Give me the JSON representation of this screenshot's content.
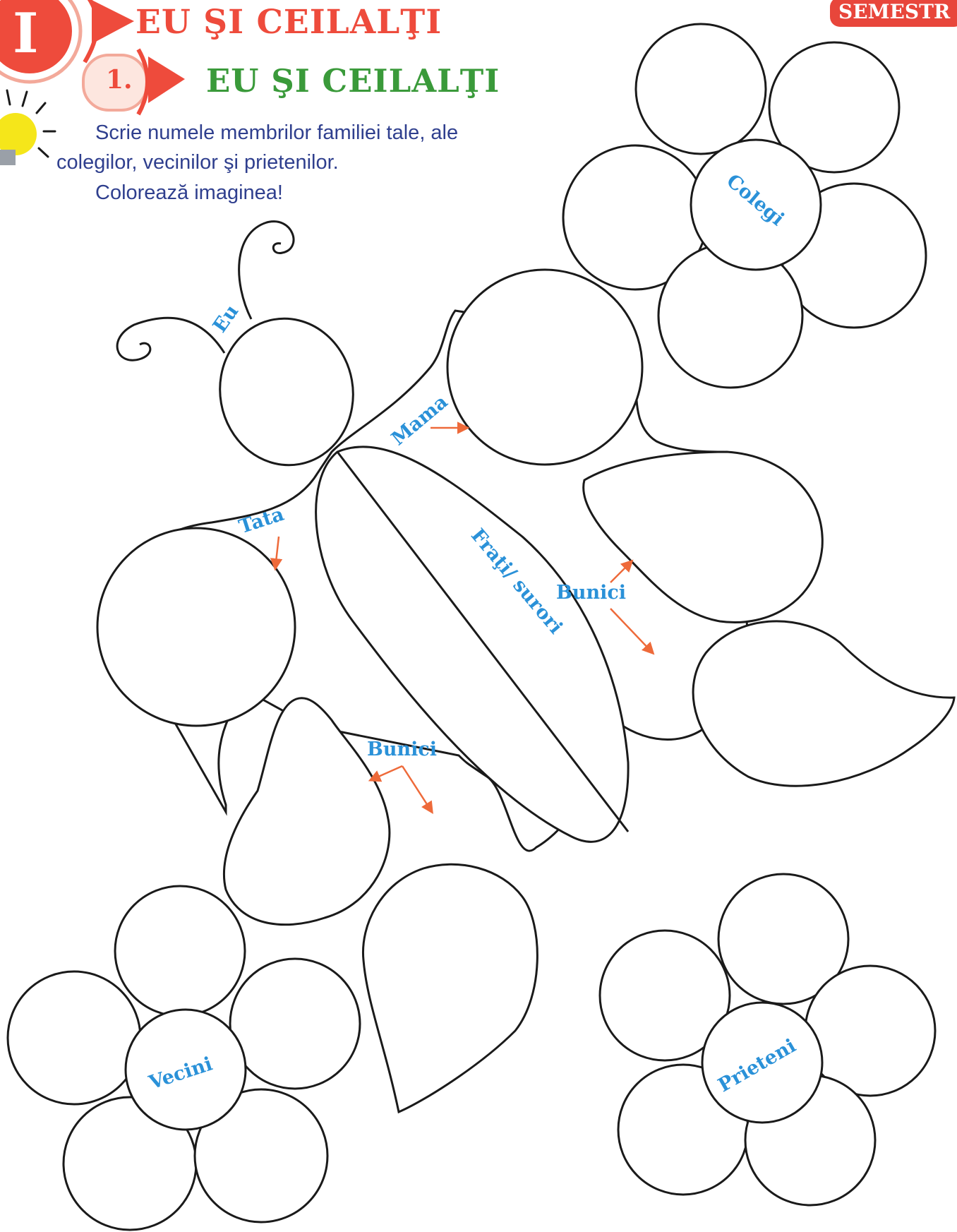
{
  "header": {
    "chapter_roman": "I",
    "chapter_title": "EU ŞI CEILALŢI",
    "lesson_number": "1.",
    "lesson_title": "EU ŞI CEILALŢI",
    "semester_badge": "SEMESTR"
  },
  "instructions": {
    "line1": "Scrie numele membrilor familiei tale, ale",
    "line2": "colegilor, vecinilor şi prietenilor.",
    "line3": "Colorează imaginea!"
  },
  "labels": {
    "eu": "Eu",
    "mama": "Mama",
    "tata": "Tata",
    "frati_surori": "Fraţi/ surori",
    "bunici_right": "Bunici",
    "bunici_left": "Bunici",
    "colegi": "Colegi",
    "vecini": "Vecini",
    "prieteni": "Prieteni"
  },
  "colors": {
    "chapter_red": "#ee4b3c",
    "lesson_green": "#3a9a3a",
    "instruction_blue": "#2f3f8e",
    "label_blue": "#2a91d8",
    "arrow_orange": "#ee6a3a",
    "bulb_yellow": "#f5e61a",
    "outline_black": "#1a1a1a"
  },
  "icons": [
    "light-bulb-icon",
    "chapter-arrow-icon"
  ]
}
